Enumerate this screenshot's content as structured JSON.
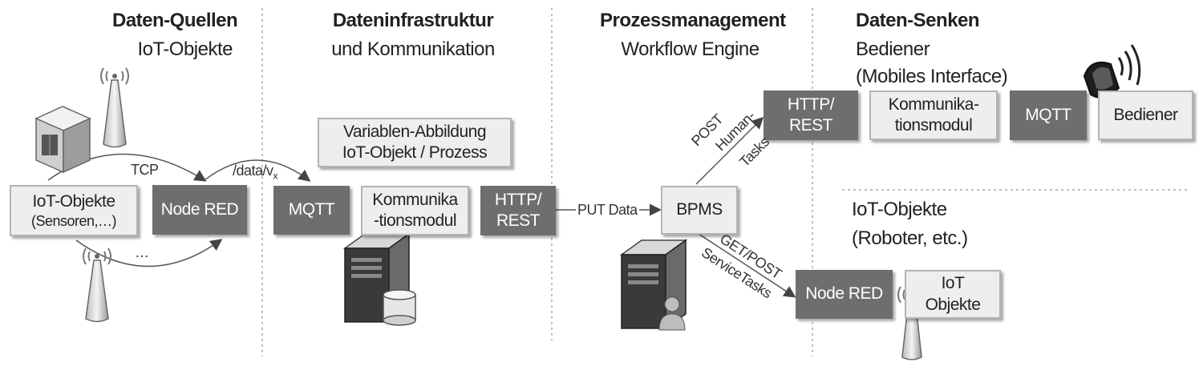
{
  "headers": {
    "col1": {
      "bold": "Daten-Quellen",
      "normal": "IoT-Objekte"
    },
    "col2": {
      "bold": "Dateninfrastruktur",
      "normal": "und Kommunikation"
    },
    "col3": {
      "bold": "Prozessmanagement",
      "normal": "Workflow Engine"
    },
    "col4": {
      "bold": "Daten-Senken",
      "line1": "Bediener",
      "line2": "(Mobiles Interface)"
    },
    "col4_lower": {
      "line1": "IoT-Objekte",
      "line2": "(Roboter, etc.)"
    }
  },
  "boxes": {
    "iot_sensors": {
      "line1": "IoT-Objekte",
      "line2": "(Sensoren,…)"
    },
    "node_red_1": "Node RED",
    "mqtt_1": "MQTT",
    "komm_1": {
      "line1": "Kommunika",
      "line2": "-tionsmodul"
    },
    "http_rest_1": {
      "line1": "HTTP/",
      "line2": "REST"
    },
    "variablen": {
      "line1": "Variablen-Abbildung",
      "line2": "IoT-Objekt / Prozess"
    },
    "bpms": "BPMS",
    "http_rest_2": {
      "line1": "HTTP/",
      "line2": "REST"
    },
    "komm_2": {
      "line1": "Kommunika-",
      "line2": "tionsmodul"
    },
    "mqtt_2": "MQTT",
    "bediener": "Bediener",
    "node_red_2": "Node RED",
    "iot_objekte": {
      "line1": "IoT",
      "line2": "Objekte"
    }
  },
  "edge_labels": {
    "tcp": "TCP",
    "data_v": "/data/v",
    "data_v_sub": "x",
    "dots": "…",
    "put_data": "PUT Data",
    "post": "POST",
    "human": "Human-",
    "tasks": "Tasks",
    "get_post": "GET/POST",
    "service_tasks": "ServiceTasks"
  },
  "colors": {
    "dark_box": "#6e6e6e",
    "light_box": "#eeeeee",
    "line": "#555555"
  }
}
